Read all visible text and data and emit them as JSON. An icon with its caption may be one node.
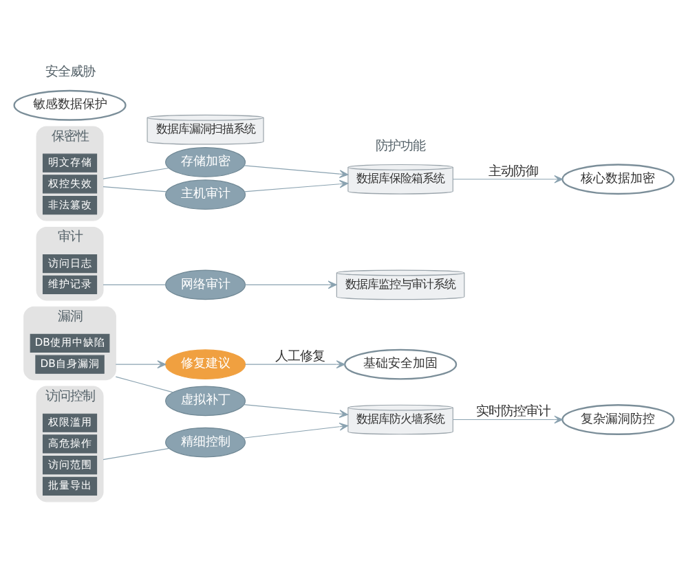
{
  "diagram": {
    "nodes": [
      {
        "text": [
          "漏洞"
        ]
      },
      {
        "text": [
          "DB使用中缺陷"
        ],
        "in": 0
      },
      {
        "text": [
          "DB自身漏洞"
        ],
        "in": 0
      },
      {
        "text": [
          "访问控制"
        ]
      },
      {
        "text": [
          "权限滥用"
        ],
        "in": 3
      },
      {
        "text": [
          "高危操作"
        ],
        "in": 3
      },
      {
        "text": [
          "访问范围"
        ],
        "in": 3
      },
      {
        "text": [
          "批量导出"
        ],
        "in": 3
      },
      {
        "text": [
          "审计"
        ]
      },
      {
        "text": [
          "访问日志"
        ],
        "in": 8
      },
      {
        "text": [
          "维护记录"
        ],
        "in": 8
      },
      {
        "text": [
          "保密性"
        ]
      },
      {
        "text": [
          "明文存储"
        ],
        "in": 11
      },
      {
        "text": [
          "权控失效"
        ],
        "in": 11
      },
      {
        "text": [
          "非法篡改"
        ],
        "in": 11
      },
      {
        "text": [
          "数据库漏洞扫描系统"
        ]
      },
      {
        "text": [
          "修复建议"
        ]
      },
      {
        "text": [
          "虚拟补丁"
        ]
      },
      {
        "text": [
          "精细控制"
        ]
      },
      {
        "text": [
          "数据库防火墙系统"
        ]
      },
      {
        "text": [
          "网络审计"
        ]
      },
      {
        "text": [
          "数据库监控与审计系统"
        ]
      },
      {
        "text": [
          "存储加密"
        ]
      },
      {
        "text": [
          "主机审计"
        ]
      },
      {
        "text": [
          "数据库保险箱系统"
        ]
      },
      {
        "text": [
          "基础安全加固"
        ]
      },
      {
        "text": [
          "复杂漏洞防控"
        ]
      },
      {
        "text": [
          "敏感数据保护"
        ]
      },
      {
        "text": [
          "核心数据加密"
        ]
      }
    ],
    "edges": [
      {
        "from": 0,
        "to": 16,
        "arrow": "to"
      },
      {
        "from": 16,
        "to": 25,
        "arrow": "to",
        "label": "人工修复"
      },
      {
        "from": 0,
        "to": 17,
        "arrow": "none"
      },
      {
        "from": 17,
        "to": 19,
        "arrow": "to"
      },
      {
        "from": 3,
        "to": 18,
        "arrow": "none"
      },
      {
        "from": 18,
        "to": 19,
        "arrow": "to"
      },
      {
        "from": 19,
        "to": 26,
        "arrow": "to",
        "label": "实时防控审计"
      },
      {
        "from": 8,
        "to": 20,
        "arrow": "none"
      },
      {
        "from": 20,
        "to": 21,
        "arrow": "to"
      },
      {
        "from": 11,
        "to": 22,
        "arrow": "none"
      },
      {
        "from": 22,
        "to": 24,
        "arrow": "to"
      },
      {
        "from": 11,
        "to": 23,
        "arrow": "none"
      },
      {
        "from": 23,
        "to": 24,
        "arrow": "to"
      },
      {
        "from": 24,
        "to": 28,
        "arrow": "to",
        "label": "主动防御"
      }
    ],
    "labels": [
      "安全威胁",
      "防护功能"
    ]
  }
}
